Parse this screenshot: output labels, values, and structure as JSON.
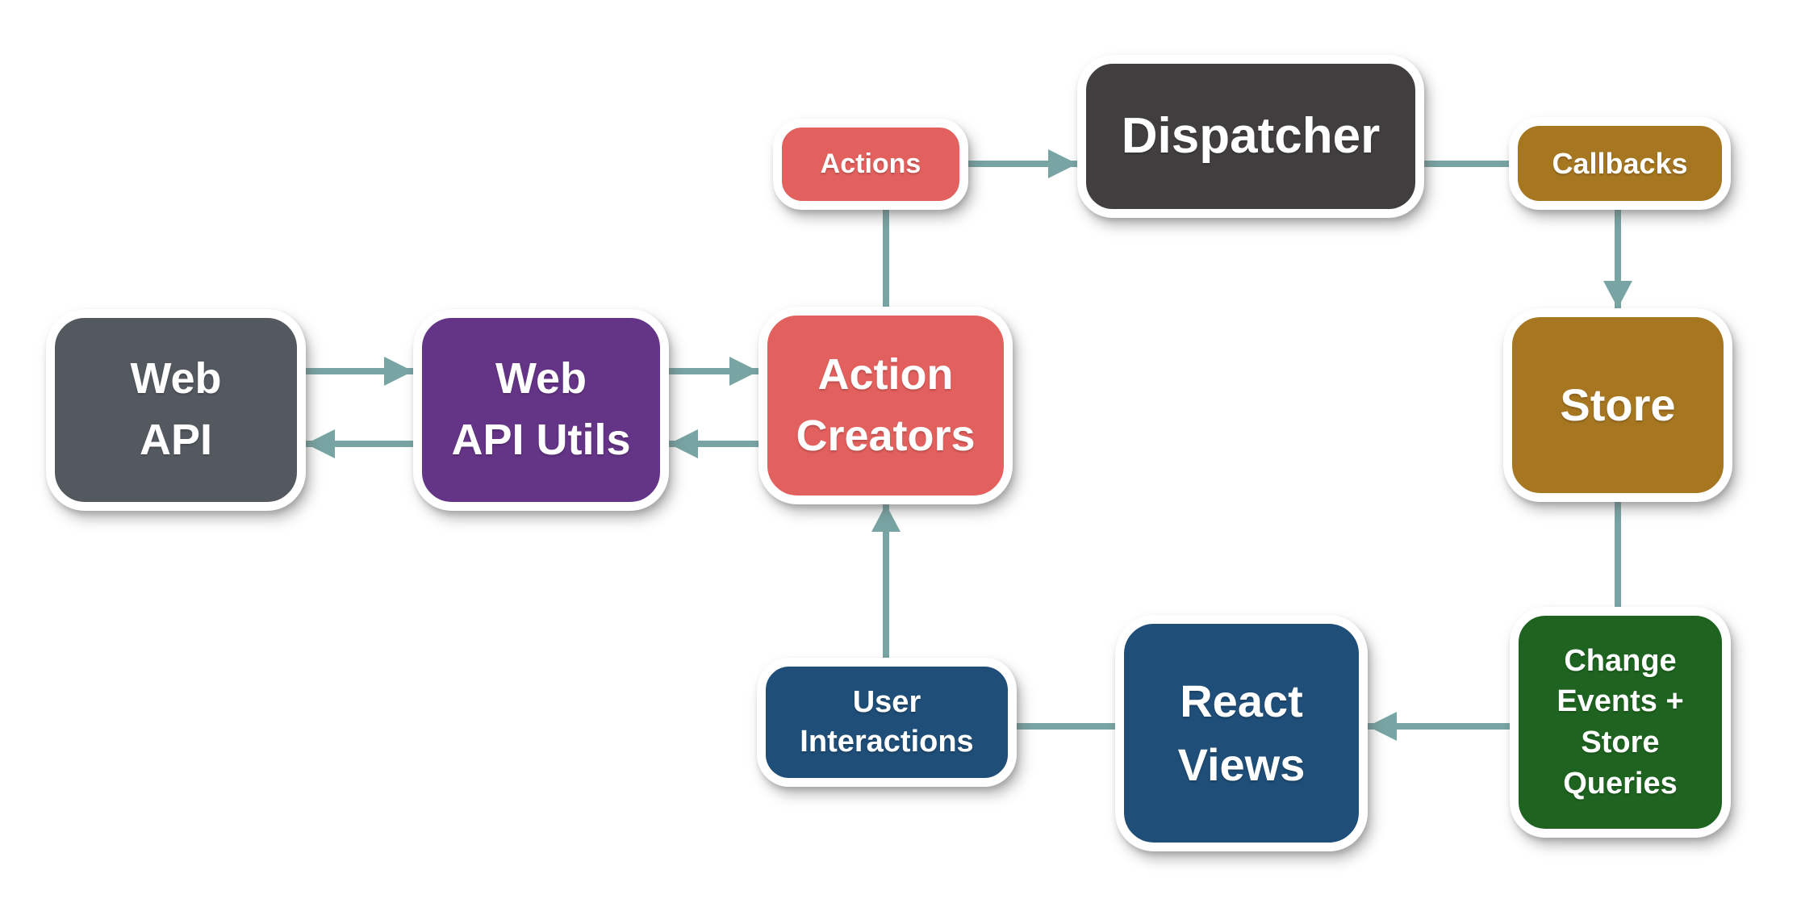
{
  "diagram": {
    "background": "#FFFFFF",
    "connector_color": "#78A5A4",
    "node_border_color": "#FFFFFF",
    "text_color": "#FFFFFF",
    "nodes": [
      {
        "id": "web-api",
        "label": "Web\nAPI",
        "color": "#545960"
      },
      {
        "id": "web-api-utils",
        "label": "Web\nAPI Utils",
        "color": "#643486"
      },
      {
        "id": "action-creators",
        "label": "Action\nCreators",
        "color": "#E2605E"
      },
      {
        "id": "actions",
        "label": "Actions",
        "color": "#E2605E"
      },
      {
        "id": "dispatcher",
        "label": "Dispatcher",
        "color": "#413E3F"
      },
      {
        "id": "callbacks",
        "label": "Callbacks",
        "color": "#A67621"
      },
      {
        "id": "store",
        "label": "Store",
        "color": "#A67621"
      },
      {
        "id": "change-events-store-queries",
        "label": "Change\nEvents +\nStore\nQueries",
        "color": "#1E6420"
      },
      {
        "id": "react-views",
        "label": "React\nViews",
        "color": "#1F4E78"
      },
      {
        "id": "user-interactions",
        "label": "User\nInteractions",
        "color": "#1F4E78"
      }
    ],
    "edges": [
      {
        "from": "Web API",
        "to": "Web API Utils",
        "arrowhead": true
      },
      {
        "from": "Web API Utils",
        "to": "Web API",
        "arrowhead": true
      },
      {
        "from": "Web API Utils",
        "to": "Action Creators",
        "arrowhead": true
      },
      {
        "from": "Action Creators",
        "to": "Web API Utils",
        "arrowhead": true
      },
      {
        "from": "Action Creators",
        "to": "Actions",
        "arrowhead": false
      },
      {
        "from": "Actions",
        "to": "Dispatcher",
        "arrowhead": true
      },
      {
        "from": "Dispatcher",
        "to": "Callbacks",
        "arrowhead": false
      },
      {
        "from": "Callbacks",
        "to": "Store",
        "arrowhead": true
      },
      {
        "from": "Store",
        "to": "Change Events + Store Queries",
        "arrowhead": false
      },
      {
        "from": "Change Events + Store Queries",
        "to": "React Views",
        "arrowhead": true
      },
      {
        "from": "React Views",
        "to": "User Interactions",
        "arrowhead": false
      },
      {
        "from": "User Interactions",
        "to": "Action Creators",
        "arrowhead": true
      }
    ]
  }
}
